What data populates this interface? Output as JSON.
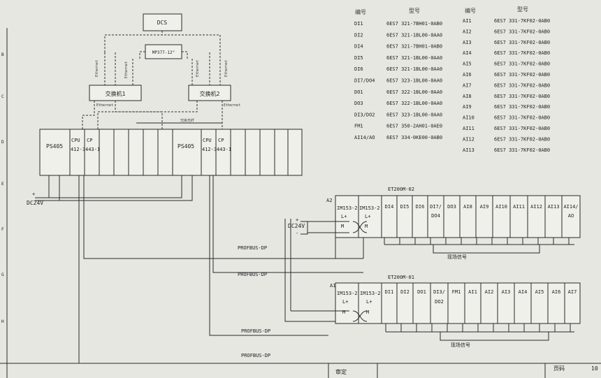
{
  "top": {
    "dcs": "DCS",
    "mp": "MP377-12\"",
    "switch1": "交换机1",
    "switch2": "交换机2",
    "ethernet": "Ethernet"
  },
  "rack": {
    "ps1": "PS405",
    "cpu1a": "CPU",
    "cpu1b": "412-3",
    "cp1a": "CP",
    "cp1b": "443-1",
    "ps2": "PS405",
    "cpu2a": "CPU",
    "cpu2b": "412-3",
    "cp2a": "CP",
    "cp2b": "443-1",
    "dc24v": "DC24V"
  },
  "table": {
    "col1_header": "编号",
    "col2_header": "型号",
    "col3_header": "编号",
    "col4_header": "型号",
    "left": [
      [
        "DI1",
        "6ES7 321-7BH01-0AB0"
      ],
      [
        "DI2",
        "6ES7 321-1BL00-0AA0"
      ],
      [
        "DI4",
        "6ES7 321-7BH01-0AB0"
      ],
      [
        "DI5",
        "6ES7 321-1BL00-0AA0"
      ],
      [
        "DI6",
        "6ES7 321-1BL00-0AA0"
      ],
      [
        "DI7/DO4",
        "6ES7 323-1BL00-0AA0"
      ],
      [
        "DO1",
        "6ES7 322-1BL00-0AA0"
      ],
      [
        "DO3",
        "6ES7 322-1BL00-0AA0"
      ],
      [
        "DI3/DO2",
        "6ES7 323-1BL00-0AA0"
      ],
      [
        "FM1",
        "6ES7 350-2AH01-0AE0"
      ],
      [
        "AI14/AO",
        "6ES7 334-0KE00-0AB0"
      ]
    ],
    "right": [
      [
        "AI1",
        "6ES7 331-7KF02-0AB0"
      ],
      [
        "AI2",
        "6ES7 331-7KF02-0AB0"
      ],
      [
        "AI3",
        "6ES7 331-7KF02-0AB0"
      ],
      [
        "AI4",
        "6ES7 331-7KF02-0AB0"
      ],
      [
        "AI5",
        "6ES7 331-7KF02-0AB0"
      ],
      [
        "AI6",
        "6ES7 331-7KF02-0AB0"
      ],
      [
        "AI7",
        "6ES7 331-7KF02-0AB0"
      ],
      [
        "AI8",
        "6ES7 331-7KF02-0AB0"
      ],
      [
        "AI9",
        "6ES7 331-7KF02-0AB0"
      ],
      [
        "AI10",
        "6ES7 331-7KF02-0AB0"
      ],
      [
        "AI11",
        "6ES7 331-7KF02-0AB0"
      ],
      [
        "AI12",
        "6ES7 331-7KF02-0AB0"
      ],
      [
        "AI13",
        "6ES7 331-7KF02-0AB0"
      ]
    ]
  },
  "et2": {
    "title": "ET200M-02",
    "tag": "A2",
    "im1": "IM153-2",
    "im2": "IM153-2",
    "lplus": "L+",
    "m": "M",
    "dc24v": "DC24V",
    "modules": [
      "DI4",
      "DI5",
      "DI6",
      "DI7/",
      "DO3",
      "AI8",
      "AI9",
      "AI10",
      "AI11",
      "AI12",
      "AI13",
      "AI14/"
    ],
    "modules2": [
      "",
      "",
      "",
      "DO4",
      "",
      "",
      "",
      "",
      "",
      "",
      "",
      "AO"
    ],
    "field": "现场信号"
  },
  "et1": {
    "title": "ET200M-01",
    "tag": "A1",
    "im1": "IM153-2",
    "im2": "IM153-2",
    "lplus": "L+",
    "m": "M",
    "modules": [
      "DI1",
      "DI2",
      "DO1",
      "DI3/",
      "FM1",
      "AI1",
      "AI2",
      "AI3",
      "AI4",
      "AI5",
      "AI6",
      "AI7"
    ],
    "modules2": [
      "",
      "",
      "",
      "DO2",
      "",
      "",
      "",
      "",
      "",
      "",
      "",
      ""
    ],
    "field": "现场信号"
  },
  "profibus": "PROFBUS-DP",
  "footer": {
    "review": "审定",
    "page": "页码",
    "page_num": "10"
  },
  "margin": [
    "B",
    "C",
    "D",
    "E",
    "F",
    "G",
    "H"
  ]
}
